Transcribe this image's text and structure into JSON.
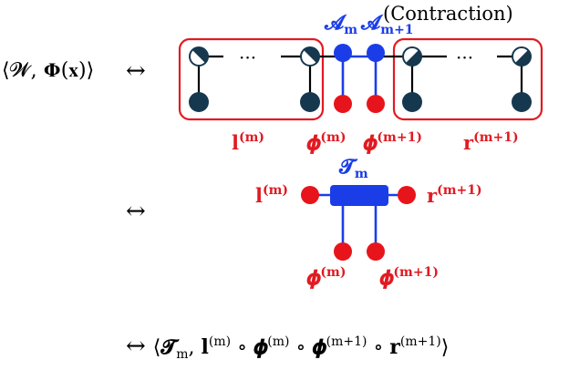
{
  "title": "(Contraction)",
  "colors": {
    "node_dark": "#16384f",
    "node_red": "#e8141b",
    "node_blue": "#1b3de8",
    "box_red": "#e11a22",
    "line_dark": "#000000",
    "text_black": "#000000"
  },
  "row1": {
    "lhs": "⟨𝓦, 𝚽(𝐱)⟩",
    "arrow": "↔",
    "dots_left": "···",
    "dots_right": "···",
    "core_left": "𝓐",
    "core_left_sub": "m",
    "core_right": "𝓐",
    "core_right_sub": "m+1",
    "label_l": "𝐥",
    "label_l_sup": "(m)",
    "label_phi1": "𝝓",
    "label_phi1_sup": "(m)",
    "label_phi2": "𝝓",
    "label_phi2_sup": "(m+1)",
    "label_r": "𝐫",
    "label_r_sup": "(m+1)"
  },
  "row2": {
    "arrow": "↔",
    "tensor": "𝓣",
    "tensor_sub": "m",
    "label_l": "𝐥",
    "label_l_sup": "(m)",
    "label_r": "𝐫",
    "label_r_sup": "(m+1)",
    "label_phi1": "𝝓",
    "label_phi1_sup": "(m)",
    "label_phi2": "𝝓",
    "label_phi2_sup": "(m+1)"
  },
  "row3": {
    "arrow": "↔",
    "open": "⟨",
    "tensor": "𝓣",
    "tensor_sub": "m",
    "comma": ", ",
    "l": "𝐥",
    "l_sup": "(m)",
    "circ1": " ∘ ",
    "phi1": "𝝓",
    "phi1_sup": "(m)",
    "circ2": " ∘ ",
    "phi2": "𝝓",
    "phi2_sup": "(m+1)",
    "circ3": " ∘ ",
    "r": "𝐫",
    "r_sup": "(m+1)",
    "close": "⟩"
  }
}
